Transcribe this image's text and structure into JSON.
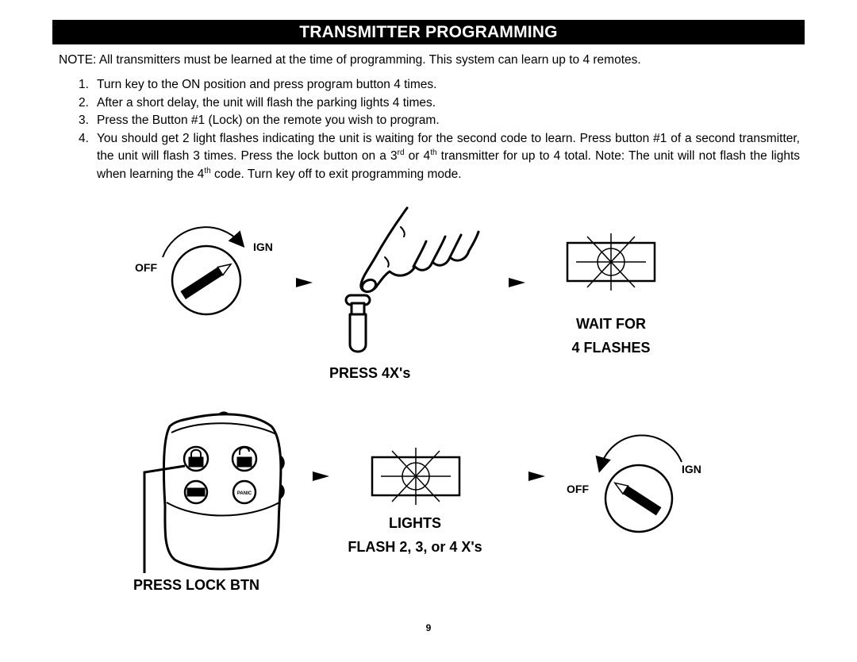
{
  "title": "TRANSMITTER PROGRAMMING",
  "note": "NOTE:  All transmitters must be learned at the time of programming. This system can learn up to 4 remotes.",
  "steps": [
    {
      "num": "1.",
      "text": "Turn key to the ON position and press program button 4 times."
    },
    {
      "num": "2.",
      "text": "After a short delay, the unit will flash the parking lights 4 times."
    },
    {
      "num": "3.",
      "text": "Press the Button #1 (Lock) on the remote you wish to program."
    },
    {
      "num": "4.",
      "a": "You should get 2 light flashes indicating the unit is waiting for the second code to learn.  Press button #1 of a second transmitter, the unit will flash 3 times.  Press the lock button on a 3",
      "sup1": "rd",
      "b": " or 4",
      "sup2": "th",
      "c": " transmitter for up to 4 total.  Note: The unit will not flash the lights when learning the 4",
      "sup3": "th",
      "d": " code.  Turn key off to exit programming mode."
    }
  ],
  "diagram": {
    "ign_top": "IGN",
    "off_top": "OFF",
    "press_4x": "PRESS 4X's",
    "wait_for": "WAIT FOR",
    "four_flashes": "4 FLASHES",
    "press_lock_btn": "PRESS LOCK BTN",
    "lights": "LIGHTS",
    "flash_234": "FLASH 2, 3, or 4 X's",
    "ign_bottom": "IGN",
    "off_bottom": "OFF",
    "panic_label": "PANIC"
  },
  "page_number": "9"
}
